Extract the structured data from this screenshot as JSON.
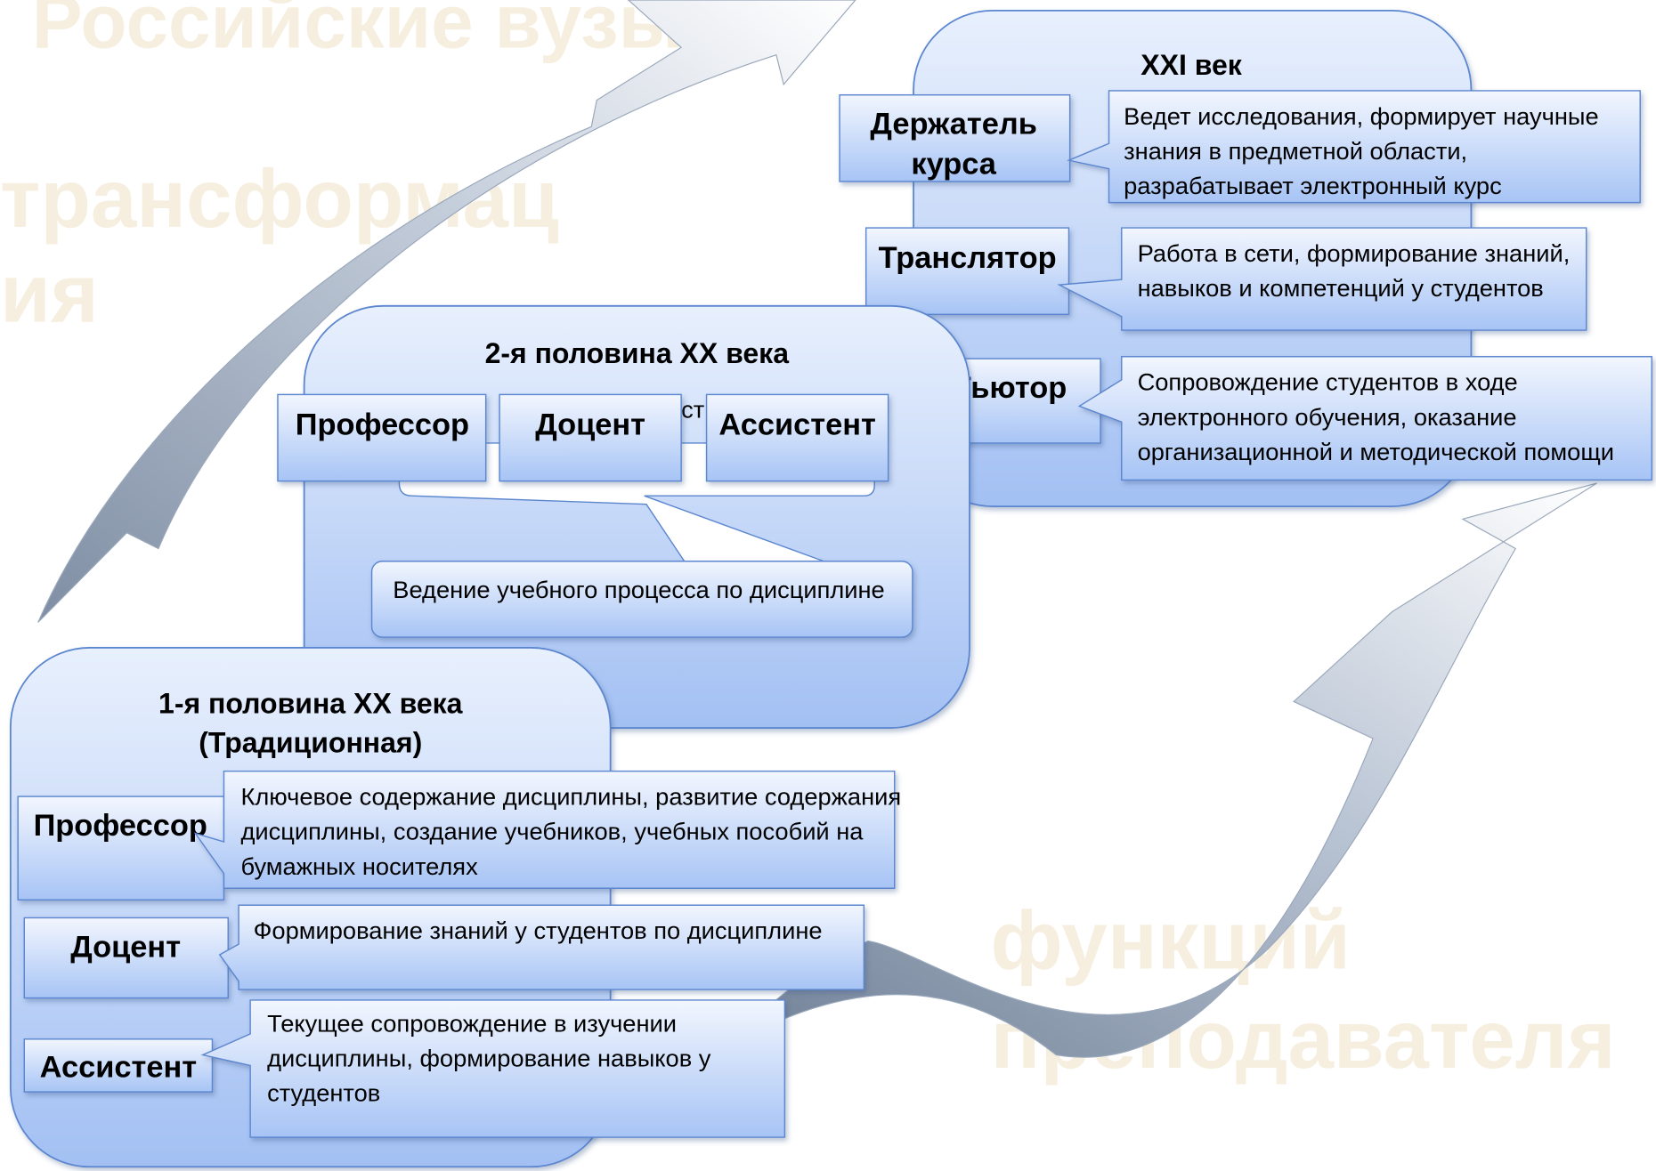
{
  "watermark": {
    "line1": "Российские вузы:",
    "line2": "трансформац",
    "line3": "ия",
    "line4": "функций",
    "line5": "преподавателя"
  },
  "panel_21c": {
    "title": "XXI век",
    "roles": [
      {
        "label_lines": [
          "Держатель",
          "курса"
        ],
        "desc_lines": [
          "Ведет исследования, формирует научные",
          "знания в предметной области,",
          "разрабатывает электронный курс"
        ]
      },
      {
        "label_lines": [
          "Транслятор"
        ],
        "desc_lines": [
          "Работа в сети, формирование знаний,",
          "навыков и компетенций у студентов"
        ]
      },
      {
        "label_lines": [
          "Тьютор"
        ],
        "desc_lines": [
          "Сопровождение студентов в ходе",
          "электронного обучения, оказание",
          "организационной и методической помощи"
        ]
      }
    ]
  },
  "panel_2nd_half": {
    "title": "2-я половина XX  века",
    "roles": [
      "Профессор",
      "Доцент",
      "Ассистент"
    ],
    "hidden_fragment": "ст",
    "shared_desc": "Ведение учебного процесса по дисциплине"
  },
  "panel_1st_half": {
    "title_line1": "1-я половина XX века",
    "title_line2": "(Традиционная)",
    "roles": [
      {
        "label": "Профессор",
        "desc_lines": [
          "Ключевое содержание дисциплины, развитие содержания",
          "дисциплины, создание учебников, учебных пособий на",
          "бумажных носителях"
        ]
      },
      {
        "label": "Доцент",
        "desc_lines": [
          "Формирование знаний у студентов  по дисциплине"
        ]
      },
      {
        "label": "Ассистент",
        "desc_lines": [
          "Текущее сопровождение в изучении",
          "дисциплины,  формирование навыков у",
          "студентов"
        ]
      }
    ]
  },
  "colors": {
    "panel_light": "#e6effd",
    "panel_dark": "#a4c1f4",
    "box_light": "#f0f5fe",
    "box_dark": "#a9c6f6",
    "border": "#5b86cf",
    "arrow_light": "#ffffff",
    "arrow_dark": "#8b9aae",
    "watermark": "#f6efdf"
  }
}
